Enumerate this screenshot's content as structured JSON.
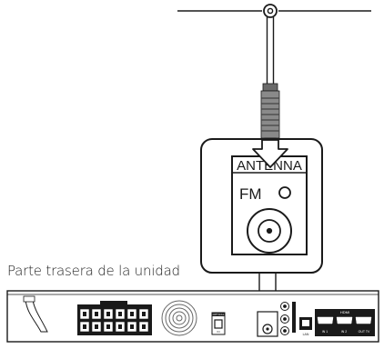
{
  "panel": {
    "header_label": "ANTENNA",
    "band_label": "FM"
  },
  "caption": "Parte trasera de la unidad",
  "rear_panel_labels": {
    "optical": "OPTICAL",
    "optical_sub": "IN",
    "lan": "LAN",
    "hdmi": "HDMI",
    "hdmi_in1": "IN 1",
    "hdmi_in2": "IN 2",
    "hdmi_out": "OUT TV"
  },
  "colors": {
    "line": "#1a1a1a",
    "panel_fill": "#ffffff",
    "cable": "#555555",
    "arrow_fill": "#ffffff"
  },
  "icons": {
    "antenna": "fm-dipole-antenna-icon",
    "connector": "coaxial-connector-icon",
    "arrow": "down-arrow-icon"
  }
}
